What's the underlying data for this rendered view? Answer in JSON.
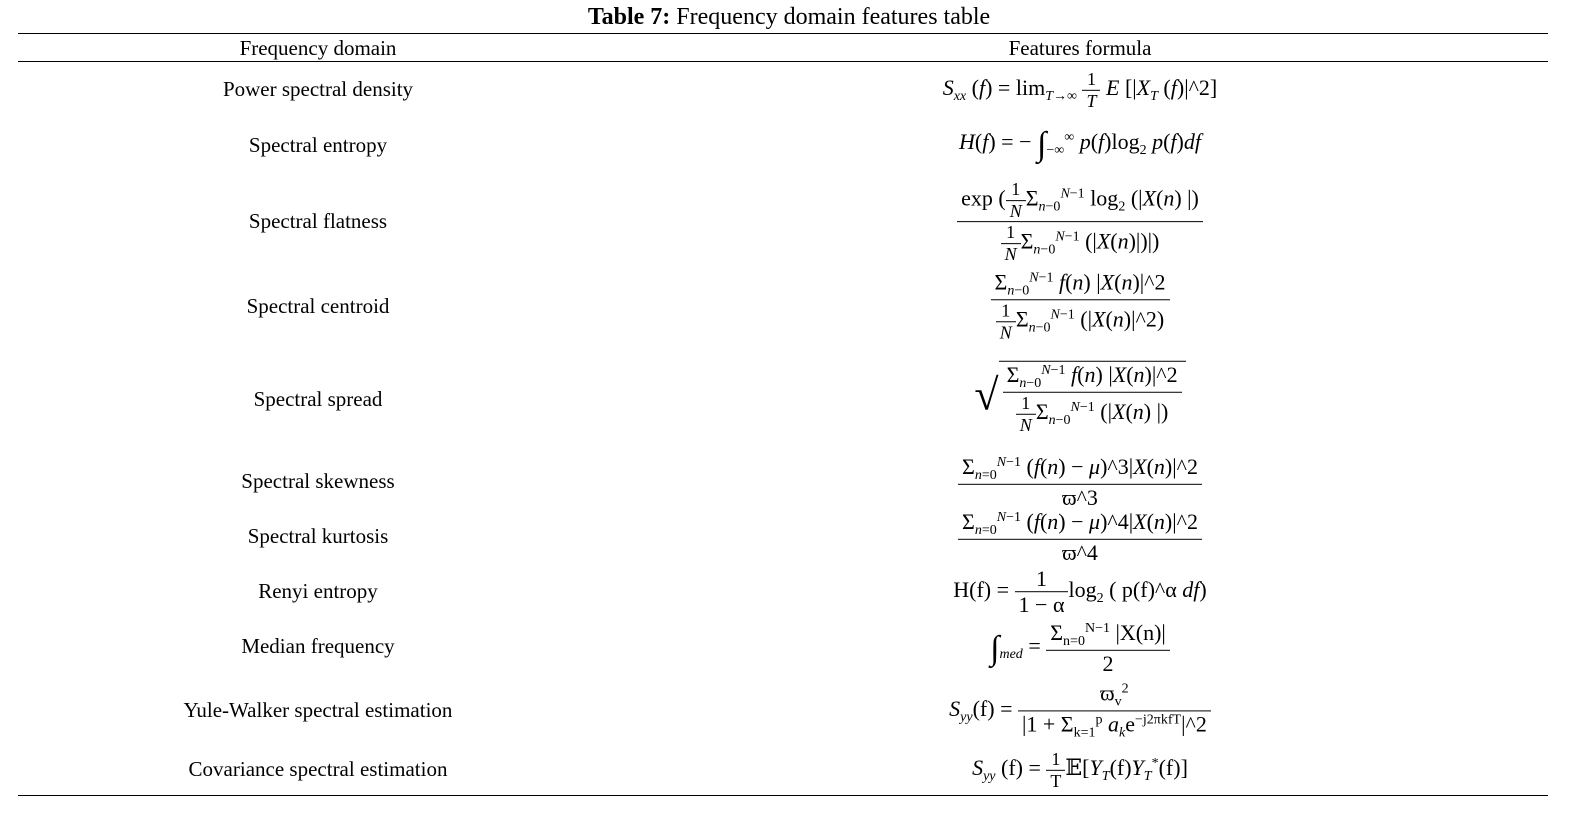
{
  "caption": {
    "label": "Table 7:",
    "text": " Frequency domain features table"
  },
  "columns": {
    "domain": "Frequency domain",
    "formula": "Features formula"
  },
  "rows": [
    {
      "name": "Power spectral density",
      "formula_text": "Sxx(f) = lim T→∞ 1/T E [|XT(f)|^2]"
    },
    {
      "name": "Spectral entropy",
      "formula_text": "H(f) = −∫ −∞ ∞ p(f)log2 p(f)df"
    },
    {
      "name": "Spectral flatness",
      "formula_text": "exp(1/N Σ n−0 N−1 log2(|X(n)|)) / 1/N Σ n−0 N−1 (|X(n)|)|)"
    },
    {
      "name": "Spectral centroid",
      "formula_text": "Σ n−0 N−1 f(n)|X(n)|^2 / 1/N Σ n−0 N−1 (|X(n)|^2)"
    },
    {
      "name": "Spectral spread",
      "formula_text": "√( Σ n−0 N−1 f(n)|X(n)|^2 / 1/N Σ n−0 N−1 (|X(n)|) )"
    },
    {
      "name": "Spectral skewness",
      "formula_text": "Σ n=0 N−1 (f(n) − μ)^3|X(n)|^2 / ϖ^3"
    },
    {
      "name": "Spectral kurtosis",
      "formula_text": "Σ n=0 N−1 (f(n) − μ)^4|X(n)|^2 / ϖ^4"
    },
    {
      "name": "Renyi entropy",
      "formula_text": "H(f) = 1/(1 − α) log2 (p(f)^α df)"
    },
    {
      "name": "Median frequency",
      "formula_text": "∫ med = Σ n=0 N−1 |X(n)| / 2"
    },
    {
      "name": "Yule-Walker spectral estimation",
      "formula_text": "Syy(f) = ϖv² / |1 + Σ k=1 p ak e−j2πkfT|^2"
    },
    {
      "name": "Covariance spectral estimation",
      "formula_text": "Syy(f) = 1/T 𝔼[YT(f)YT*(f)]"
    }
  ]
}
